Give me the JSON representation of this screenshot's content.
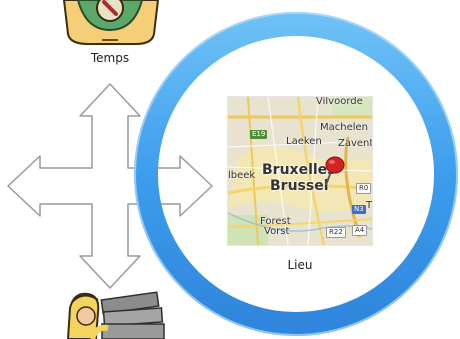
{
  "labels": {
    "temps": "Temps",
    "lieu": "Lieu"
  },
  "map": {
    "places": {
      "vilvoorde": "Vilvoorde",
      "machelen": "Machelen",
      "laeken": "Laeken",
      "zaventem": "Zavente",
      "bruxelles": "Bruxelles",
      "brussel": "Brussel",
      "beek": "lbeek",
      "forest": "Forest",
      "vorst": "Vorst"
    },
    "roads": {
      "e19": "E19",
      "r0": "R0",
      "n3": "N3",
      "r22": "R22",
      "a4": "A4",
      "t": "T"
    }
  },
  "colors": {
    "ring": "#3f9fea",
    "arrow_stroke": "#9a9a9a",
    "arrow_fill": "#ffffff",
    "pin": "#d22222"
  },
  "icons": {
    "top": "clock-clipart-icon",
    "bottom": "worker-carrying-boxes-clipart-icon",
    "center": "four-way-arrow-icon",
    "pin": "map-pin-icon"
  }
}
